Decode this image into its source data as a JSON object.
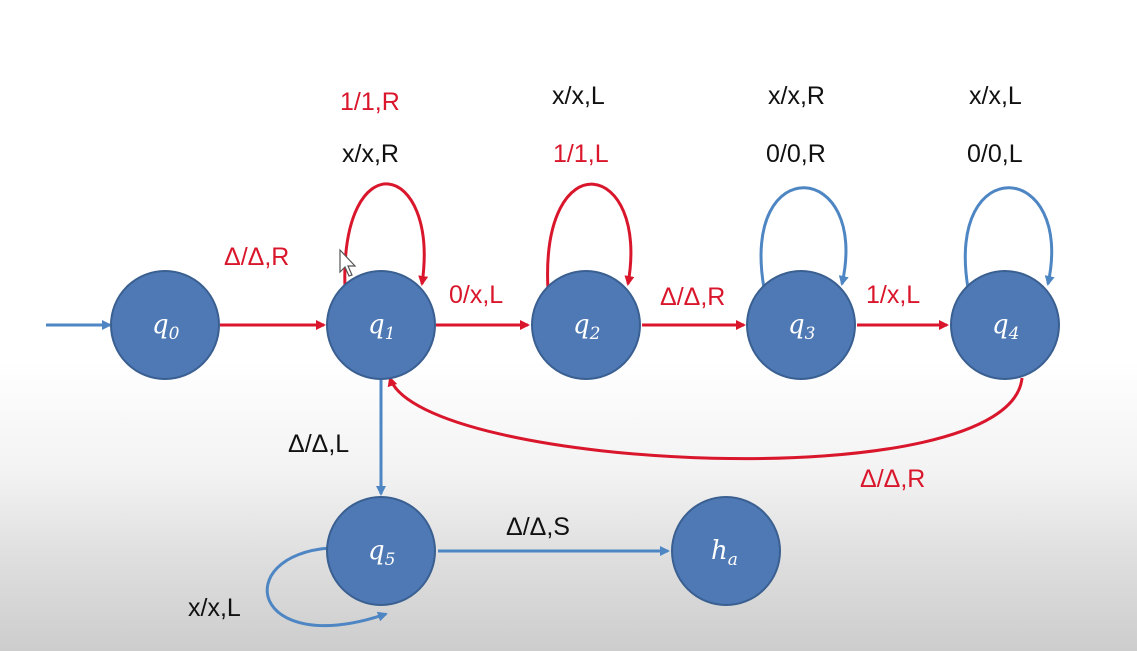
{
  "colors": {
    "state_fill": "#4e79b4",
    "state_stroke": "#3a5f91",
    "red": "#d9162b",
    "blue": "#4e86c4",
    "label_black": "#111111"
  },
  "states": [
    {
      "id": "q0",
      "letter": "q",
      "sub": "0"
    },
    {
      "id": "q1",
      "letter": "q",
      "sub": "1"
    },
    {
      "id": "q2",
      "letter": "q",
      "sub": "2"
    },
    {
      "id": "q3",
      "letter": "q",
      "sub": "3"
    },
    {
      "id": "q4",
      "letter": "q",
      "sub": "4"
    },
    {
      "id": "q5",
      "letter": "q",
      "sub": "5"
    },
    {
      "id": "ha",
      "letter": "h",
      "sub": "a"
    }
  ],
  "transitions": {
    "q0_q1": "Δ/Δ,R",
    "q1_loop_top": "1/1,R",
    "q1_loop_bottom": "x/x,R",
    "q1_q2": "0/x,L",
    "q2_loop_top": "x/x,L",
    "q2_loop_bottom": "1/1,L",
    "q2_q3": "Δ/Δ,R",
    "q3_loop_top": "x/x,R",
    "q3_loop_bottom": "0/0,R",
    "q3_q4": "1/x,L",
    "q4_loop_top": "x/x,L",
    "q4_loop_bottom": "0/0,L",
    "q4_q1": "Δ/Δ,R",
    "q1_q5": "Δ/Δ,L",
    "q5_ha": "Δ/Δ,S",
    "q5_loop": "x/x,L"
  }
}
